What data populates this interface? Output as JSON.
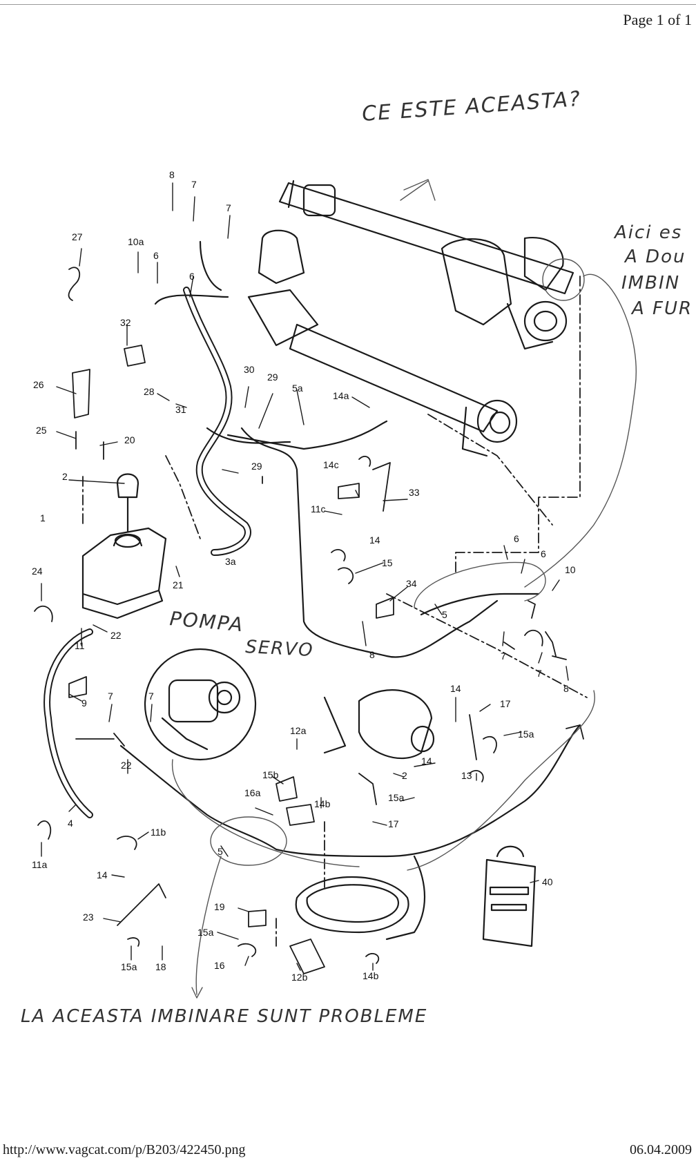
{
  "header": {
    "page_label": "Page 1 of 1"
  },
  "footer": {
    "url": "http://www.vagcat.com/p/B203/422450.png",
    "date": "06.04.2009"
  },
  "annotations": {
    "top_question": "CE ESTE ACEASTA?",
    "right_note_lines": [
      "Aici es",
      "A Dou",
      "IMBIN",
      "A FUR"
    ],
    "pump_label": "POMPA",
    "servo_label": "SERVO",
    "bottom_note": "LA ACEASTA IMBINARE SUNT PROBLEME"
  },
  "callouts": [
    "8",
    "7",
    "7",
    "27",
    "10a",
    "6",
    "6",
    "32",
    "26",
    "28",
    "31",
    "30",
    "29",
    "5a",
    "14a",
    "25",
    "20",
    "29",
    "2",
    "14c",
    "33",
    "11c",
    "14",
    "1",
    "3a",
    "15",
    "6",
    "6",
    "10",
    "24",
    "21",
    "34",
    "5",
    "22",
    "11",
    "8",
    "7",
    "7",
    "8",
    "9",
    "7",
    "7",
    "14",
    "17",
    "15a",
    "12a",
    "22",
    "13",
    "2",
    "14",
    "15b",
    "16a",
    "14b",
    "15a",
    "4",
    "11b",
    "17",
    "11a",
    "5",
    "14",
    "40",
    "23",
    "19",
    "15a",
    "16",
    "18",
    "15a",
    "12b",
    "14b"
  ]
}
